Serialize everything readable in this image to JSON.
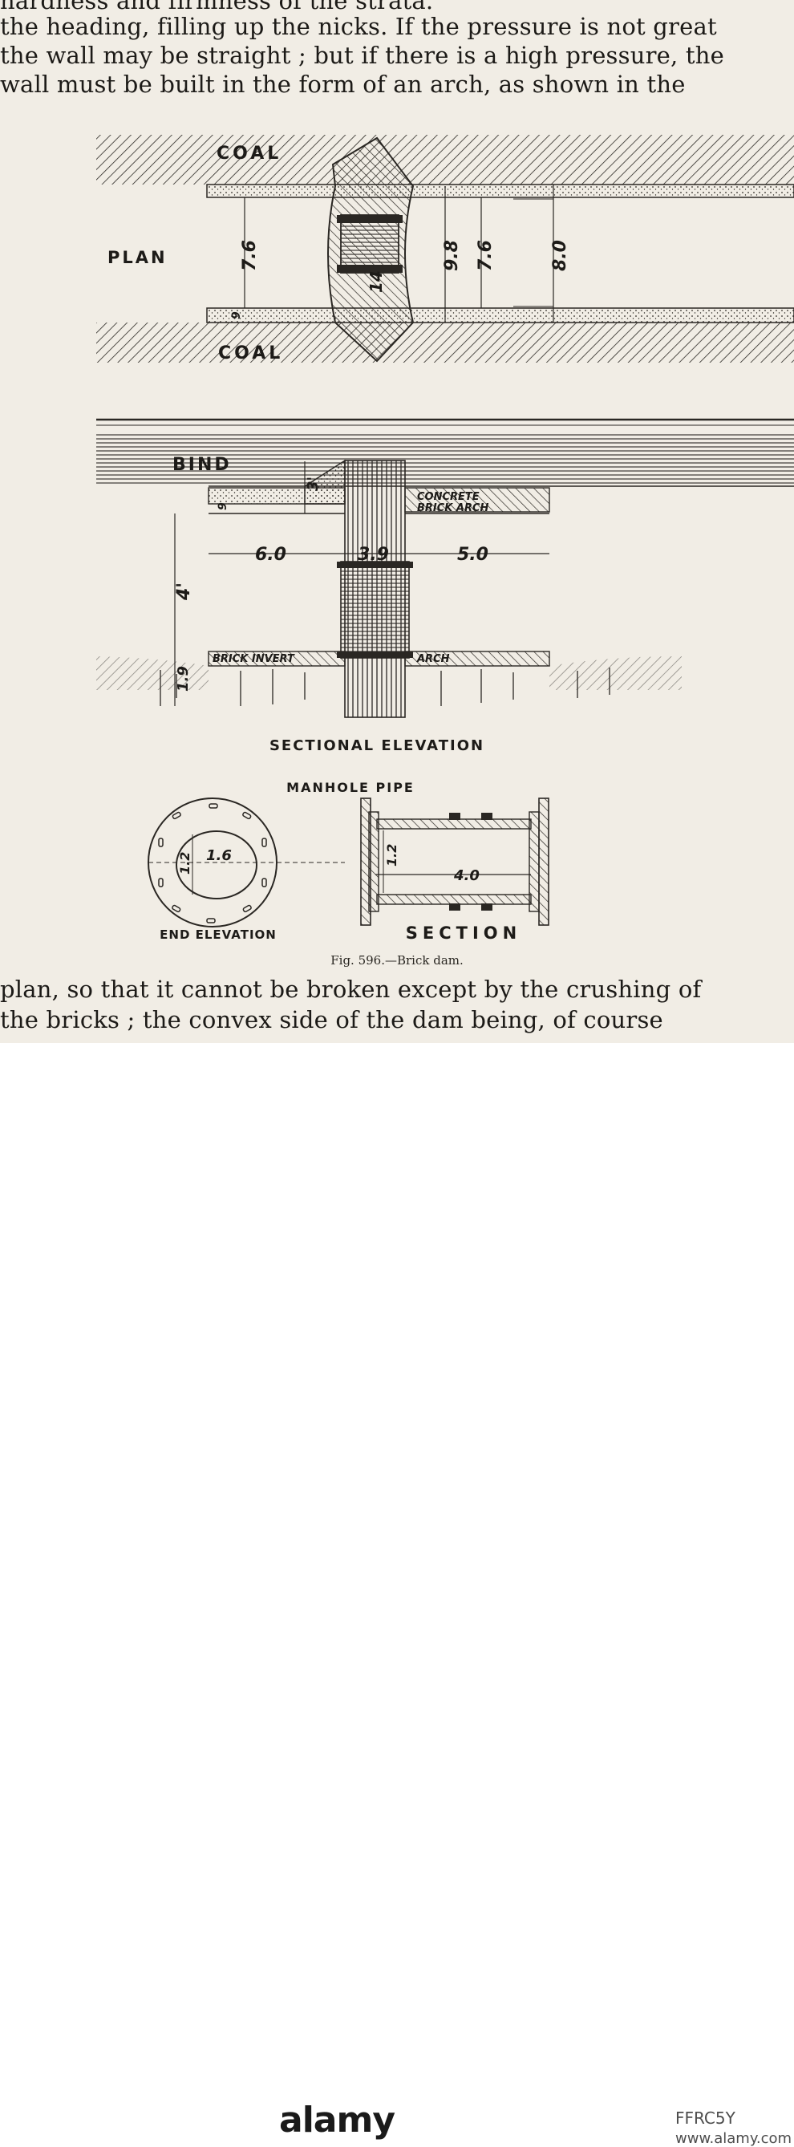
{
  "page": {
    "lines_top": [
      "hardness and firmness of the strata.",
      "the heading, filling up the nicks.  If the pressure is not great",
      "the wall may be straight ; but if there is a high pressure, the",
      "wall must be built in the form of an arch, as shown in the"
    ],
    "lines_bottom": [
      "plan, so that it cannot be broken except by the crushing of",
      "the bricks ;  the convex side of the dam being, of course"
    ]
  },
  "figure": {
    "plan": {
      "title": "PLAN",
      "coal_top": "COAL",
      "coal_bottom": "COAL",
      "dims": [
        "7.6",
        "9.8",
        "7.6",
        "8.0",
        "14",
        "9"
      ]
    },
    "elevation": {
      "title": "SECTIONAL ELEVATION",
      "bind": "BIND",
      "concrete": "CONCRETE",
      "brick_arch": "BRICK ARCH",
      "brick_invert": "BRICK INVERT",
      "arch": "ARCH",
      "dims": [
        "6.0",
        "3.9",
        "5.0",
        "4'",
        "1.9",
        "3'",
        "9"
      ]
    },
    "pipe": {
      "title": "MANHOLE PIPE",
      "end_label": "END ELEVATION",
      "section_label": "SECTION",
      "dims": [
        "1.6",
        "1.2",
        "1.2",
        "4.0"
      ]
    },
    "caption": "Fig. 596.—Brick dam."
  },
  "watermark": {
    "logo": "alamy",
    "image_id": "FFRC5Y",
    "url": "www.alamy.com"
  }
}
